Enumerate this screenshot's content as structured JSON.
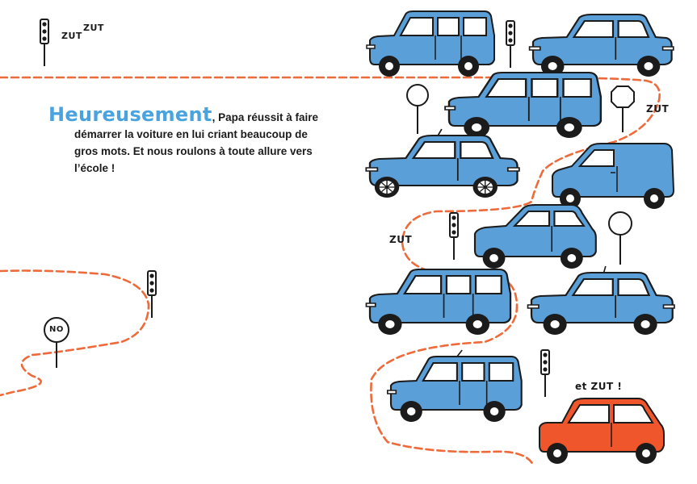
{
  "story": {
    "highlight": "Heureusement",
    "rest_first": ", Papa réussit à faire",
    "line2": "démarrer la voiture en lui criant beaucoup de",
    "line3": "gros mots. Et nous roulons à toute allure vers",
    "line4": "l’école !"
  },
  "shouts": {
    "zut_a": "ZUT",
    "zut_b": "ZUT",
    "zut_c": "ZUT",
    "zut_d": "ZUT",
    "final": "et ZUT !"
  },
  "no_sign": "NO",
  "colors": {
    "car_blue": "#5a9fd8",
    "car_red": "#f0562b",
    "path_orange": "#ee6a3a",
    "ink": "#1b1b1b",
    "title_blue": "#4aa3de"
  },
  "icons": [
    "traffic-light-icon",
    "round-road-sign-icon",
    "octagon-road-sign-icon",
    "sedan-car-icon",
    "station-wagon-icon",
    "hatchback-car-icon",
    "van-car-icon",
    "red-mini-car-icon"
  ]
}
